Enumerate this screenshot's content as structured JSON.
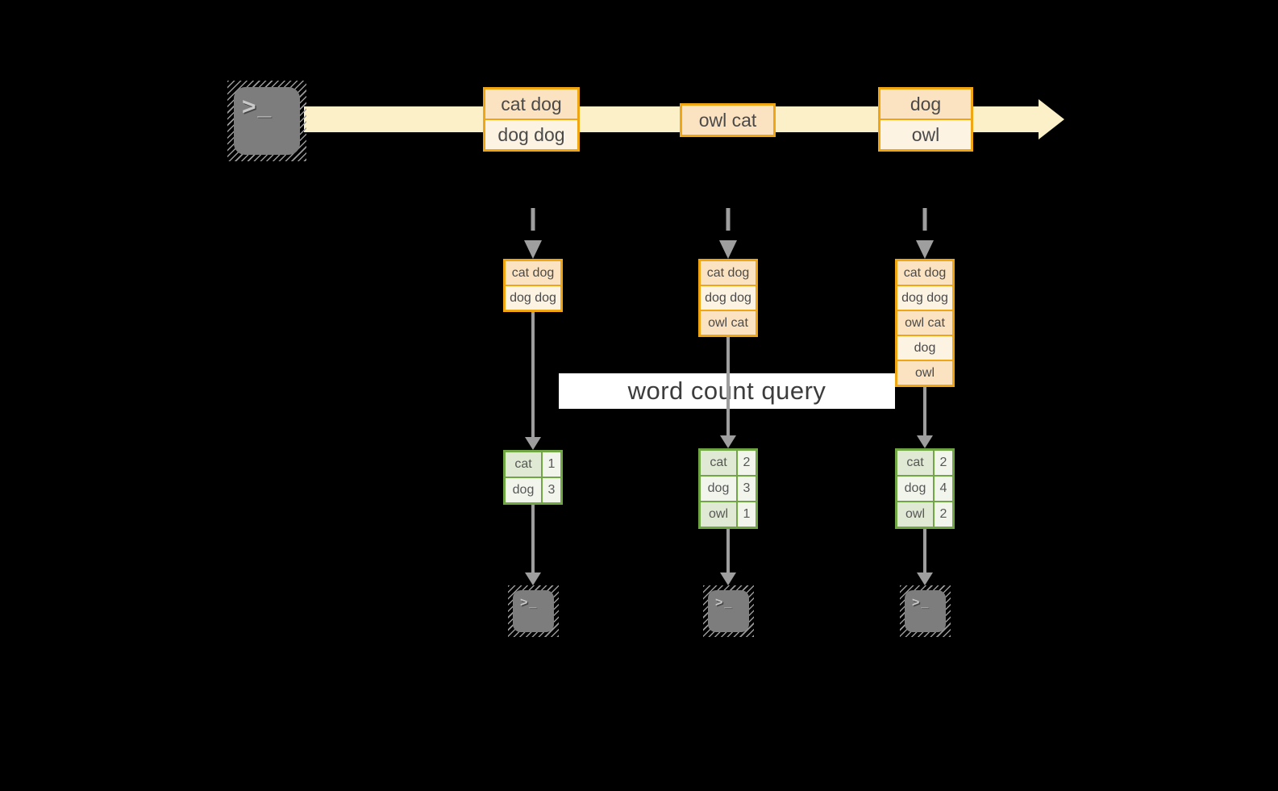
{
  "query": {
    "label": "word count query"
  },
  "terminal": {
    "prompt": ">",
    "cursor": "_"
  },
  "timeline": {
    "batches": [
      {
        "rows": [
          "cat dog",
          "dog dog"
        ]
      },
      {
        "rows": [
          "owl cat"
        ]
      },
      {
        "rows": [
          "dog",
          "owl"
        ]
      }
    ]
  },
  "columns": [
    {
      "micro_batch": [
        "cat dog",
        "dog dog"
      ],
      "counts": [
        {
          "word": "cat",
          "value": "1"
        },
        {
          "word": "dog",
          "value": "3"
        }
      ]
    },
    {
      "micro_batch": [
        "cat dog",
        "dog dog",
        "owl cat"
      ],
      "counts": [
        {
          "word": "cat",
          "value": "2"
        },
        {
          "word": "dog",
          "value": "3"
        },
        {
          "word": "owl",
          "value": "1"
        }
      ]
    },
    {
      "micro_batch": [
        "cat dog",
        "dog dog",
        "owl cat",
        "dog",
        "owl"
      ],
      "counts": [
        {
          "word": "cat",
          "value": "2"
        },
        {
          "word": "dog",
          "value": "4"
        },
        {
          "word": "owl",
          "value": "2"
        }
      ]
    }
  ],
  "colors": {
    "background": "#000000",
    "stream_band": "#fbf0c7",
    "amber_border": "#f0a513",
    "row_peach": "#fbe3c2",
    "row_cream": "#fdf3e3",
    "box_text": "#4a4a4a",
    "green_border": "#70a644",
    "green_cell_dark": "#e0e9d3",
    "green_cell_light": "#f1f5ec",
    "table_text": "#575757",
    "arrow_gray": "#9e9e9e",
    "terminal_gray": "#7d7d7d",
    "hatch_gray": "#9a9a9a",
    "query_bg": "#ffffff",
    "query_text": "#3c3c3c"
  }
}
